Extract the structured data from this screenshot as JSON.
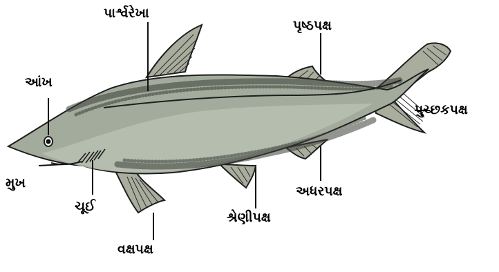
{
  "diagram": {
    "colors": {
      "body_fill": "#a3ab9c",
      "belly_fill": "#b9bfb1",
      "fin_fill": "#a9ad9d",
      "outline": "#1e1e1e",
      "speckle": "#3b3f38",
      "label_text": "#000000"
    },
    "labels": {
      "lateral_line": "પાર્શ્વરેખા",
      "dorsal_fin": "પૃષ્ઠપક્ષ",
      "eye": "આંખ",
      "caudal_fin": "પુચ્છકપક્ષ",
      "mouth": "મુખ",
      "gills": "ચૂઈ",
      "pelvic_fin": "શ્રેણીપક્ષ",
      "anal_fin": "અધરપક્ષ",
      "pectoral_fin": "વક્ષપક્ષ"
    }
  }
}
